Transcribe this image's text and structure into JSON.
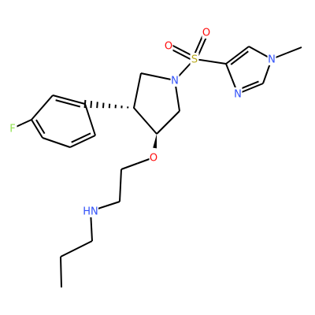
{
  "molecule": {
    "colors": {
      "carbon": "#000000",
      "nitrogen": "#3050F8",
      "oxygen": "#FF0D0D",
      "sulfur": "#B8A81C",
      "fluorine": "#90E050"
    },
    "labels": {
      "F": "F",
      "N_pyrrolidine": "N",
      "S": "S",
      "O_sulfonyl_top": "O",
      "O_sulfonyl_left": "O",
      "N_imidazole_methyl": "N",
      "N_imidazole_ring": "N",
      "O_ether": "O",
      "NH": "HN"
    }
  }
}
